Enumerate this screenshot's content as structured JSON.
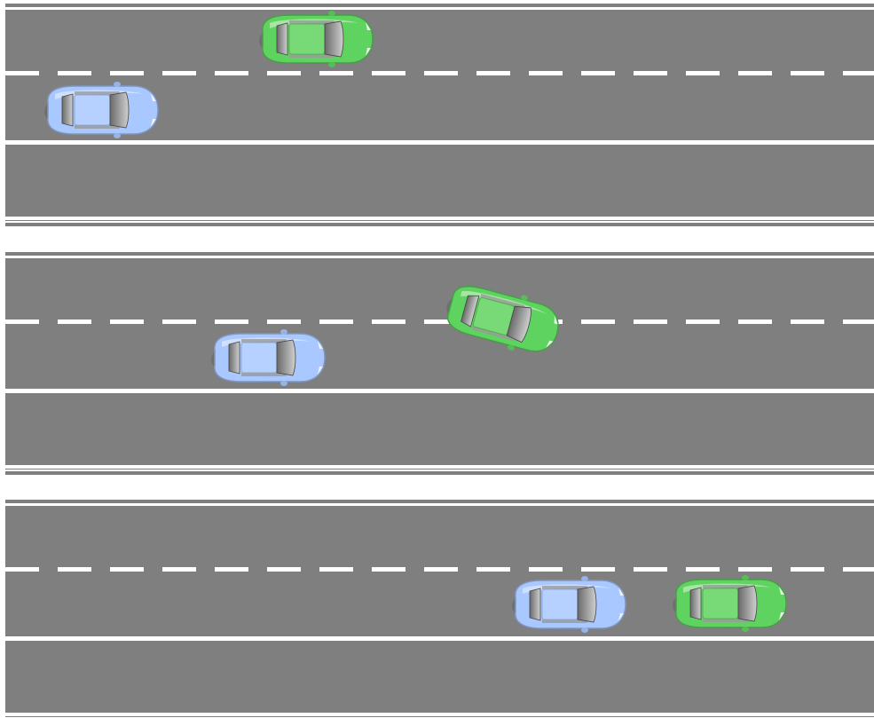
{
  "colors": {
    "background": "#ffffff",
    "road": "#7f7f7f",
    "lane_marking": "#ffffff",
    "ego_car": "#a9c8ff",
    "other_car": "#5fd35f"
  },
  "panels": [
    {
      "name": "panel-1",
      "cars": [
        {
          "name": "green-car",
          "color": "other_car",
          "angle": 0
        },
        {
          "name": "blue-car",
          "color": "ego_car",
          "angle": 0
        }
      ]
    },
    {
      "name": "panel-2",
      "cars": [
        {
          "name": "blue-car",
          "color": "ego_car",
          "angle": 0
        },
        {
          "name": "green-car",
          "color": "other_car",
          "angle": 15
        }
      ]
    },
    {
      "name": "panel-3",
      "cars": [
        {
          "name": "blue-car",
          "color": "ego_car",
          "angle": 0
        },
        {
          "name": "green-car",
          "color": "other_car",
          "angle": 0
        }
      ]
    }
  ]
}
